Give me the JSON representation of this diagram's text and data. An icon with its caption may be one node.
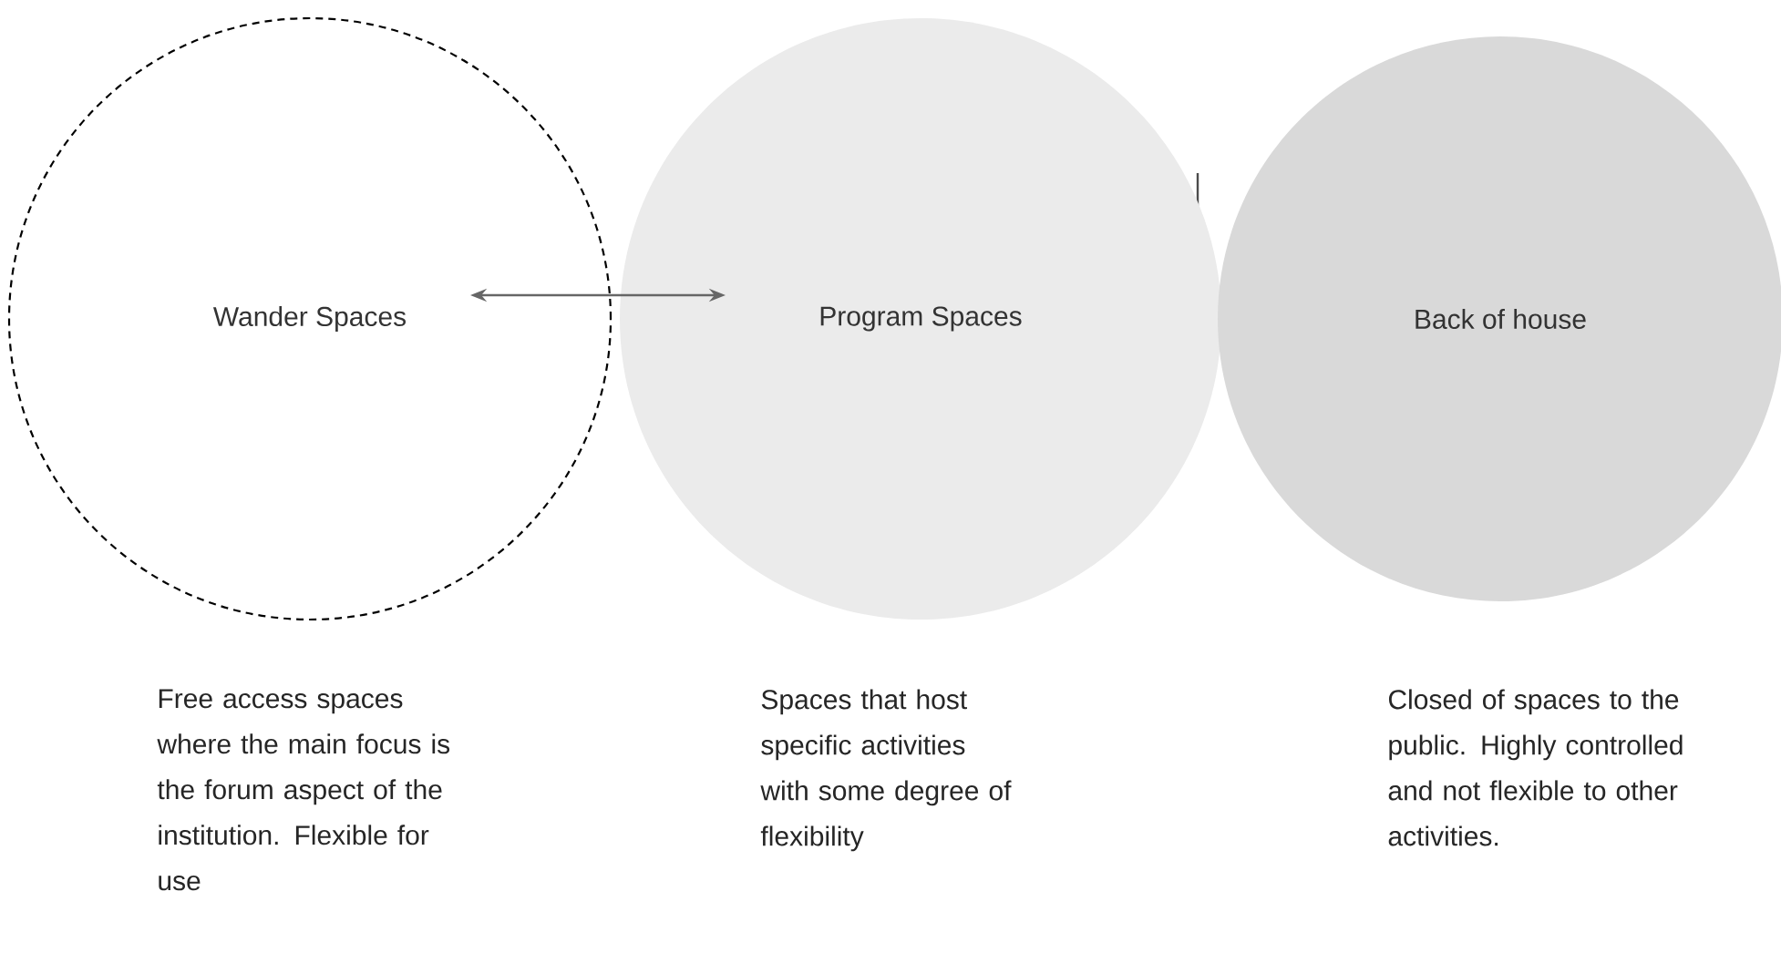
{
  "diagram": {
    "nodes": [
      {
        "text": [
          "Wander Spaces"
        ],
        "beside": [
          "Free access spaces where the main focus is the forum aspect of the institution. Flexible for use"
        ]
      },
      {
        "text": [
          "Program Spaces"
        ],
        "beside": [
          "Spaces that host specific activities with some degree of flexibility"
        ]
      },
      {
        "text": [
          "Back of house"
        ],
        "beside": [
          "Closed of spaces to the public. Highly controlled and not flexible to other activities."
        ]
      }
    ],
    "edges": [
      {
        "from": 0,
        "to": 1,
        "arrow": "both"
      }
    ]
  }
}
